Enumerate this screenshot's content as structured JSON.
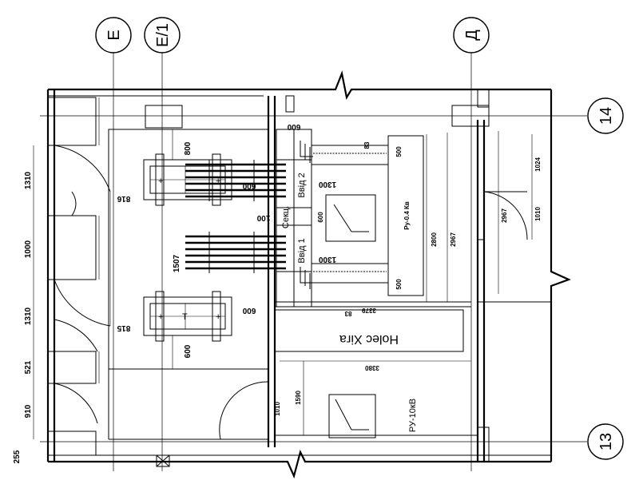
{
  "axes": {
    "e": "Е",
    "e1": "Е/1",
    "d": "Д",
    "n14": "14",
    "n13": "13"
  },
  "rooms": {
    "mv_hall": "Holec Хіга",
    "ru10": "РУ-10кВ",
    "ru04": "Ру-0.4 Кв"
  },
  "panels": {
    "input1": "Ввід 1",
    "input2": "Ввід 2",
    "section": "Секц."
  },
  "dims": {
    "left_1310_top": "1310",
    "left_1000": "1000",
    "left_1310_bot": "1310",
    "left_521": "521",
    "left_910": "910",
    "left_255": "255",
    "d816_top": "816",
    "d816_bot": "815",
    "d800": "800",
    "d600_top": "600",
    "d600_mid": "600",
    "d600_tr": "600",
    "d600_low": "600",
    "d100": "100",
    "d1507": "1507",
    "d1300_top": "1300",
    "d1300_bot": "1300",
    "d600_box": "600",
    "d500_top": "500",
    "d500_bot": "500",
    "d83": "83",
    "d83b": "83",
    "d2800": "2800",
    "d2967_outer": "2967",
    "d2967_inner": "2967",
    "d1024": "1024",
    "d1010_right": "1010",
    "d3379": "3379",
    "d3380": "3380",
    "d1590": "1590",
    "d1010_bottom": "1010"
  }
}
